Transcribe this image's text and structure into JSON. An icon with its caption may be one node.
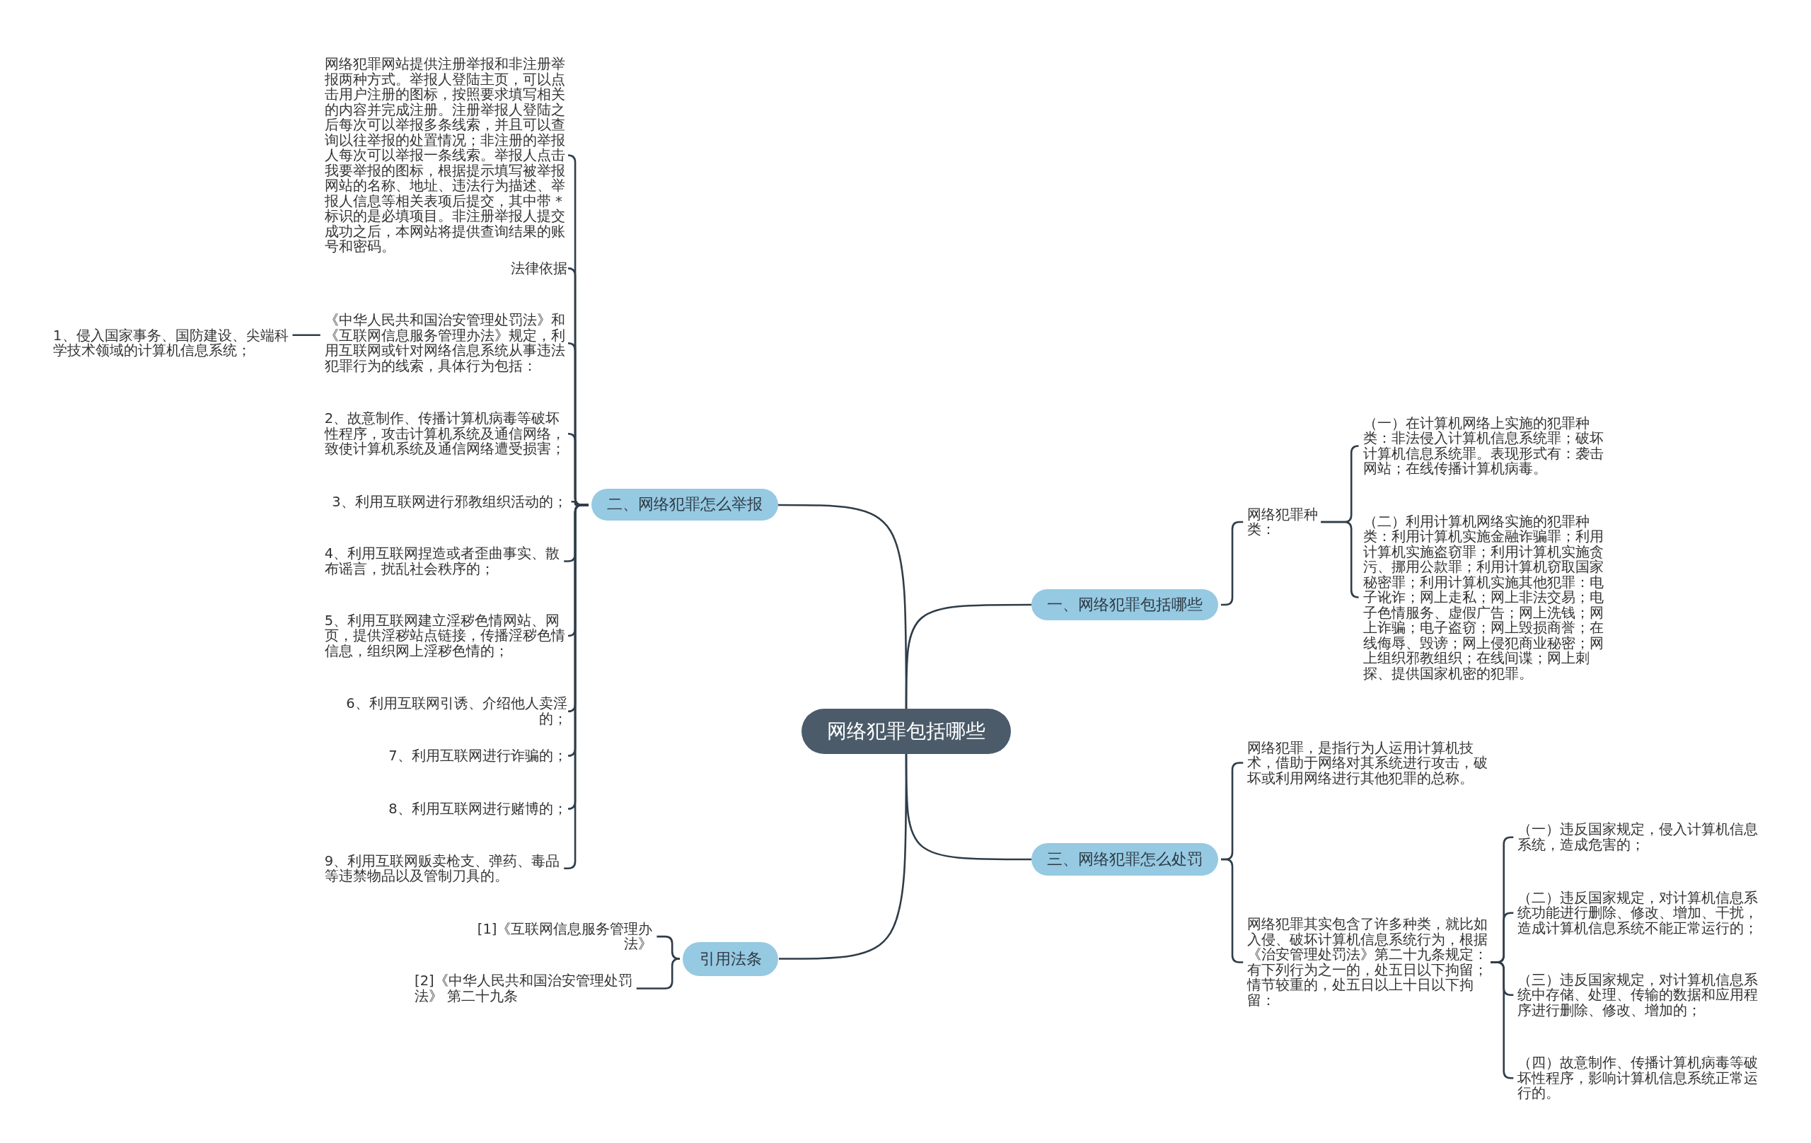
{
  "diagram": {
    "nodes": [
      {
        "text": [
          "网络犯罪包括哪些"
        ]
      },
      {
        "text": [
          "一、网络犯罪包括哪些"
        ]
      },
      {
        "text": [
          "网络犯罪种类："
        ]
      },
      {
        "text": [
          "（一）在计算机网络上实施的犯罪种类：非法侵入计算机信息系统罪；破坏计算机信息系统罪。表现形式有：袭击网站；在线传播计算机病毒。"
        ]
      },
      {
        "text": [
          "（二）利用计算机网络实施的犯罪种类：利用计算机实施金融诈骗罪；利用计算机实施盗窃罪；利用计算机实施贪污、挪用公款罪；利用计算机窃取国家秘密罪；利用计算机实施其他犯罪：电子讹诈；网上走私；网上非法交易；电子色情服务、虚假广告；网上洗钱；网上诈骗；电子盗窃；网上毁损商誉；在线侮辱、毁谤；网上侵犯商业秘密；网上组织邪教组织；在线间谍；网上刺探、提供国家机密的犯罪。"
        ]
      },
      {
        "text": [
          "二、网络犯罪怎么举报"
        ]
      },
      {
        "text": [
          "网络犯罪网站提供注册举报和非注册举报两种方式。举报人登陆主页，可以点击用户注册的图标，按照要求填写相关的内容并完成注册。注册举报人登陆之后每次可以举报多条线索，并且可以查询以往举报的处置情况；非注册的举报人每次可以举报一条线索。举报人点击我要举报的图标，根据提示填写被举报网站的名称、地址、违法行为描述、举报人信息等相关表项后提交，其中带 * 标识的是必填项目。非注册举报人提交成功之后，本网站将提供查询结果的账号和密码。"
        ]
      },
      {
        "text": [
          "法律依据"
        ]
      },
      {
        "text": [
          "《中华人民共和国治安管理处罚法》和《互联网信息服务管理办法》规定，利用互联网或针对网络信息系统从事违法犯罪行为的线索，具体行为包括："
        ]
      },
      {
        "text": [
          "1、侵入国家事务、国防建设、尖端科学技术领域的计算机信息系统；"
        ]
      },
      {
        "text": [
          "2、故意制作、传播计算机病毒等破坏性程序，攻击计算机系统及通信网络，致使计算机系统及通信网络遭受损害；"
        ]
      },
      {
        "text": [
          "3、利用互联网进行邪教组织活动的；"
        ]
      },
      {
        "text": [
          "4、利用互联网捏造或者歪曲事实、散布谣言，扰乱社会秩序的；"
        ]
      },
      {
        "text": [
          "5、利用互联网建立淫秽色情网站、网页，提供淫秽站点链接，传播淫秽色情信息，组织网上淫秽色情的；"
        ]
      },
      {
        "text": [
          "6、利用互联网引诱、介绍他人卖淫的；"
        ]
      },
      {
        "text": [
          "7、利用互联网进行诈骗的；"
        ]
      },
      {
        "text": [
          "8、利用互联网进行赌博的；"
        ]
      },
      {
        "text": [
          "9、利用互联网贩卖枪支、弹药、毒品等违禁物品以及管制刀具的。"
        ]
      },
      {
        "text": [
          "三、网络犯罪怎么处罚"
        ]
      },
      {
        "text": [
          "网络犯罪，是指行为人运用计算机技术，借助于网络对其系统进行攻击，破坏或利用网络进行其他犯罪的总称。"
        ]
      },
      {
        "text": [
          "网络犯罪其实包含了许多种类，就比如入侵、破坏计算机信息系统行为，根据《治安管理处罚法》第二十九条规定：有下列行为之一的，处五日以下拘留；情节较重的，处五日以上十日以下拘留："
        ]
      },
      {
        "text": [
          "（一）违反国家规定，侵入计算机信息系统，造成危害的；"
        ]
      },
      {
        "text": [
          "（二）违反国家规定，对计算机信息系统功能进行删除、修改、增加、干扰，造成计算机信息系统不能正常运行的；"
        ]
      },
      {
        "text": [
          "（三）违反国家规定，对计算机信息系统中存储、处理、传输的数据和应用程序进行删除、修改、增加的；"
        ]
      },
      {
        "text": [
          "（四）故意制作、传播计算机病毒等破坏性程序，影响计算机信息系统正常运行的。"
        ]
      },
      {
        "text": [
          "引用法条"
        ]
      },
      {
        "text": [
          "[1]《互联网信息服务管理办法》"
        ]
      },
      {
        "text": [
          "[2]《中华人民共和国治安管理处罚法》 第二十九条"
        ]
      }
    ],
    "edges": [
      {
        "from": 0,
        "to": 1,
        "arrow": "none"
      },
      {
        "from": 1,
        "to": 2,
        "arrow": "none"
      },
      {
        "from": 2,
        "to": 3,
        "arrow": "none"
      },
      {
        "from": 2,
        "to": 4,
        "arrow": "none"
      },
      {
        "from": 0,
        "to": 5,
        "arrow": "none"
      },
      {
        "from": 5,
        "to": 6,
        "arrow": "none"
      },
      {
        "from": 5,
        "to": 7,
        "arrow": "none"
      },
      {
        "from": 5,
        "to": 8,
        "arrow": "none"
      },
      {
        "from": 8,
        "to": 9,
        "arrow": "none"
      },
      {
        "from": 5,
        "to": 10,
        "arrow": "none"
      },
      {
        "from": 5,
        "to": 11,
        "arrow": "none"
      },
      {
        "from": 5,
        "to": 12,
        "arrow": "none"
      },
      {
        "from": 5,
        "to": 13,
        "arrow": "none"
      },
      {
        "from": 5,
        "to": 14,
        "arrow": "none"
      },
      {
        "from": 5,
        "to": 15,
        "arrow": "none"
      },
      {
        "from": 5,
        "to": 16,
        "arrow": "none"
      },
      {
        "from": 5,
        "to": 17,
        "arrow": "none"
      },
      {
        "from": 0,
        "to": 18,
        "arrow": "none"
      },
      {
        "from": 18,
        "to": 19,
        "arrow": "none"
      },
      {
        "from": 18,
        "to": 20,
        "arrow": "none"
      },
      {
        "from": 20,
        "to": 21,
        "arrow": "none"
      },
      {
        "from": 20,
        "to": 22,
        "arrow": "none"
      },
      {
        "from": 20,
        "to": 23,
        "arrow": "none"
      },
      {
        "from": 20,
        "to": 24,
        "arrow": "none"
      },
      {
        "from": 0,
        "to": 25,
        "arrow": "none"
      },
      {
        "from": 25,
        "to": 26,
        "arrow": "none"
      },
      {
        "from": 25,
        "to": 27,
        "arrow": "none"
      }
    ]
  }
}
